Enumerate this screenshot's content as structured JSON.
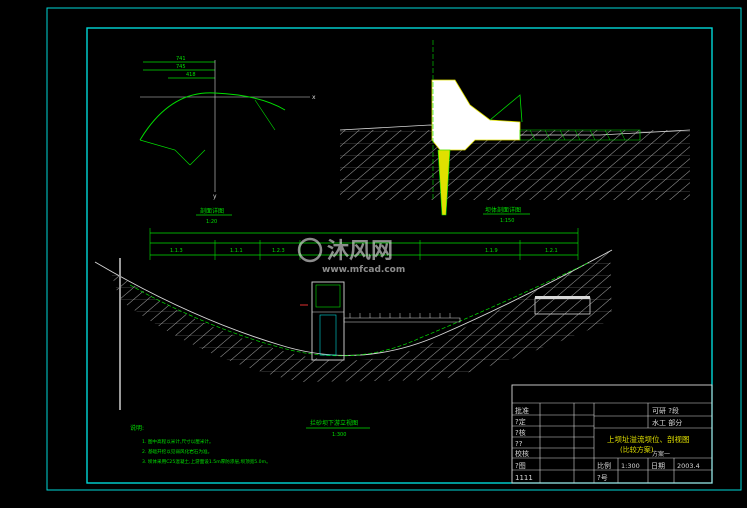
{
  "watermark": {
    "brand": "沐风网",
    "url": "www.mfcad.com"
  },
  "profile_view": {
    "dims": [
      "741",
      "745",
      "418"
    ],
    "axis_x": "x",
    "axis_y": "y",
    "title": "剖面详图",
    "scale": "1:20"
  },
  "dam_section": {
    "title": "坝体剖面详图",
    "scale": "1:150"
  },
  "longitudinal": {
    "segment_labels": [
      "1.1.3",
      "1.1.1",
      "1.2.3",
      "1.1.9",
      "1.2.1"
    ],
    "title": "拦砂坝下游立视图",
    "scale": "1:300"
  },
  "notes": {
    "heading": "说明:",
    "items": [
      "1. 图中高程以米计,尺寸以厘米计。",
      "2. 基础开挖以见弱风化岩石为准。",
      "3. 坝体采用C25混凝土,上游面设1.5m厚防渗层,坝顶宽5.0m。"
    ]
  },
  "title_block": {
    "left_rows": [
      "批准",
      "?定",
      "?核",
      "??",
      "校核",
      "?图",
      "1111"
    ],
    "stage_label": "可研 ?段",
    "part_label": "水工 部分",
    "drawing_title_line1": "上坝址溢流坝位、剖视图",
    "drawing_title_line2": "(比较方案)",
    "drawing_title_line3": "方案一",
    "scale_label": "比例",
    "scale_value": "1:300",
    "date_label": "日期",
    "date_value": "2003.4",
    "sheet_label": "?号"
  },
  "colors": {
    "frame": "#00d8d8",
    "green": "#00e000",
    "white": "#d8d8d8",
    "ground": "#9a9a9a",
    "yellow": "#e0e000",
    "red": "#e03030"
  }
}
